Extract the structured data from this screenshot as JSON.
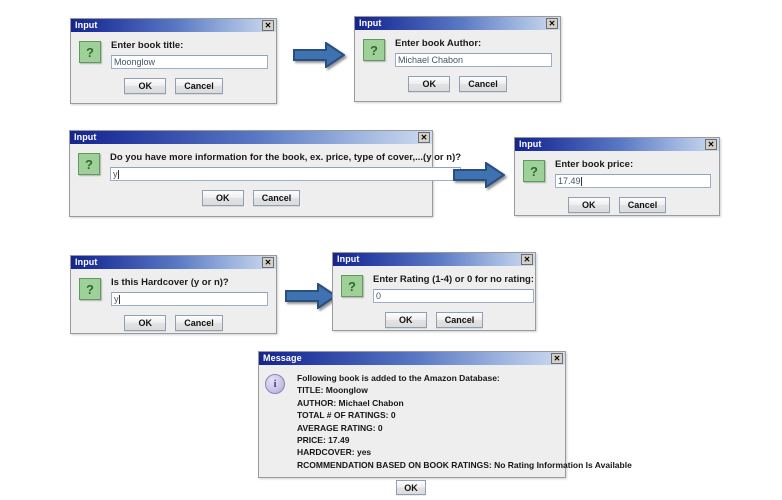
{
  "common": {
    "input_window_title": "Input",
    "message_window_title": "Message",
    "ok_label": "OK",
    "cancel_label": "Cancel",
    "close_glyph": "✕",
    "question_glyph": "?",
    "info_glyph": "i",
    "colors": {
      "titlebar_start": "#15258c",
      "titlebar_end": "#cfdcf0",
      "dialog_face": "#eeeeee",
      "question_icon": "#9fd09a",
      "info_icon": "#c8c2e4",
      "arrow_fill": "#3f72b0",
      "arrow_border": "#2b4e7e"
    }
  },
  "dialogs": [
    {
      "id": "book-title",
      "title": "Input",
      "prompt": "Enter book title:",
      "value": "Moonglow",
      "ok": "OK",
      "cancel": "Cancel"
    },
    {
      "id": "book-author",
      "title": "Input",
      "prompt": "Enter book Author:",
      "value": "Michael Chabon",
      "ok": "OK",
      "cancel": "Cancel"
    },
    {
      "id": "more-information",
      "title": "Input",
      "prompt": "Do you have more information for the book, ex. price, type of cover,...(y or n)?",
      "value": "y",
      "ok": "OK",
      "cancel": "Cancel"
    },
    {
      "id": "book-price",
      "title": "Input",
      "prompt": "Enter book price:",
      "value": "17.49",
      "ok": "OK",
      "cancel": "Cancel"
    },
    {
      "id": "hardcover",
      "title": "Input",
      "prompt": "Is this Hardcover (y or n)?",
      "value": "y",
      "ok": "OK",
      "cancel": "Cancel"
    },
    {
      "id": "rating",
      "title": "Input",
      "prompt": "Enter Rating (1-4) or 0 for no rating:",
      "value": "0",
      "ok": "OK",
      "cancel": "Cancel"
    }
  ],
  "message_dialog": {
    "id": "confirmation-message",
    "title": "Message",
    "lines": [
      "Following book is added to the Amazon Database:",
      "TITLE:  Moonglow",
      "AUTHOR:  Michael Chabon",
      "TOTAL # OF RATINGS: 0",
      "AVERAGE RATING: 0",
      "PRICE: 17.49",
      "HARDCOVER:  yes",
      "RCOMMENDATION BASED ON BOOK RATINGS:  No Rating Information Is Available"
    ],
    "ok": "OK"
  },
  "arrows": [
    {
      "id": "arrow-title-to-author"
    },
    {
      "id": "arrow-moreinfo-to-price"
    },
    {
      "id": "arrow-hardcover-to-rating"
    }
  ]
}
